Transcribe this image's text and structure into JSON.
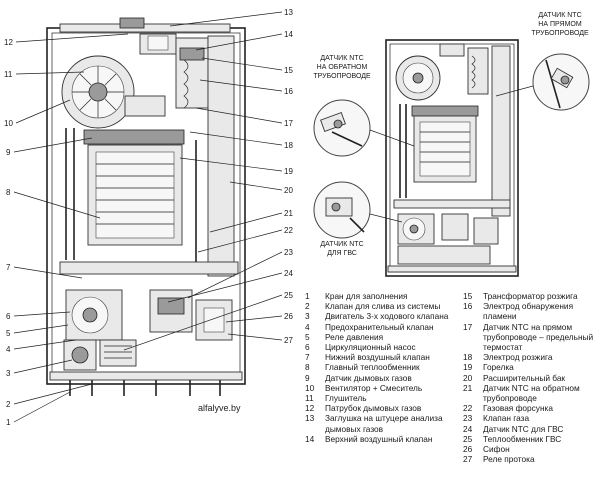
{
  "watermark": "alfalyve.by",
  "callouts": {
    "ntc_return": "Датчик NTC на обратном трубопроводе",
    "ntc_supply": "Датчик NTC на прямом трубопроводе",
    "ntc_dhw": "Датчик NTC для ГВС"
  },
  "callout_numbers": [
    "1",
    "2",
    "3",
    "4",
    "5",
    "6",
    "7",
    "8",
    "9",
    "10",
    "11",
    "12",
    "13",
    "14",
    "15",
    "16",
    "17",
    "18",
    "19",
    "20",
    "21",
    "22",
    "23",
    "24",
    "25",
    "26",
    "27"
  ],
  "legend_left": [
    {
      "n": "1",
      "t": "Кран для заполнения"
    },
    {
      "n": "2",
      "t": "Клапан для слива из системы"
    },
    {
      "n": "3",
      "t": "Двигатель 3-х ходового клапана"
    },
    {
      "n": "4",
      "t": "Предохранительный клапан"
    },
    {
      "n": "5",
      "t": "Реле давления"
    },
    {
      "n": "6",
      "t": "Циркуляционный насос"
    },
    {
      "n": "7",
      "t": "Нижний воздушный клапан"
    },
    {
      "n": "8",
      "t": "Главный теплообменник"
    },
    {
      "n": "9",
      "t": "Датчик дымовых газов"
    },
    {
      "n": "10",
      "t": "Вентилятор + Смеситель"
    },
    {
      "n": "11",
      "t": "Глушитель"
    },
    {
      "n": "12",
      "t": "Патрубок дымовых газов"
    },
    {
      "n": "13",
      "t": "Заглушка на штуцере анализа дымовых газов"
    },
    {
      "n": "14",
      "t": "Верхний воздушный клапан"
    }
  ],
  "legend_right": [
    {
      "n": "15",
      "t": "Трансформатор розжига"
    },
    {
      "n": "16",
      "t": "Электрод обнаружения пламени"
    },
    {
      "n": "17",
      "t": "Датчик NTC на прямом трубопроводе – предельный термостат"
    },
    {
      "n": "18",
      "t": "Электрод розжига"
    },
    {
      "n": "19",
      "t": "Горелка"
    },
    {
      "n": "20",
      "t": "Расширительный бак"
    },
    {
      "n": "21",
      "t": "Датчик NTC на обратном трубопроводе"
    },
    {
      "n": "22",
      "t": "Газовая форсунка"
    },
    {
      "n": "23",
      "t": "Клапан газа"
    },
    {
      "n": "24",
      "t": "Датчик NTC для ГВС"
    },
    {
      "n": "25",
      "t": "Теплообменник ГВС"
    },
    {
      "n": "26",
      "t": "Сифон"
    },
    {
      "n": "27",
      "t": "Реле протока"
    }
  ]
}
